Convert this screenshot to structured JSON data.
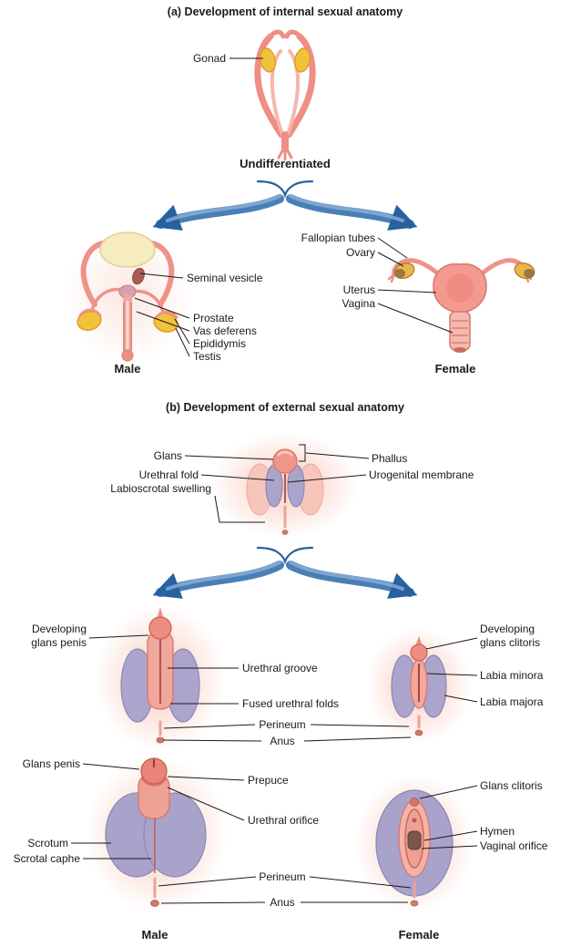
{
  "palette": {
    "arrow_blue": "#27619f",
    "skin_pink": "#ee8e84",
    "skin_light": "#f7c5ba",
    "gonad_yellow": "#f1c23c",
    "fold_purple": "#aaa4cb",
    "bladder_cream": "#f6ecc0",
    "leader_black": "#1a1a1a"
  },
  "figure": {
    "section_a": {
      "title": "(a) Development of internal sexual anatomy",
      "gonad": "Gonad",
      "undifferentiated": "Undifferentiated",
      "male": {
        "caption": "Male",
        "seminal_vesicle": "Seminal vesicle",
        "prostate": "Prostate",
        "vas_deferens": "Vas deferens",
        "epididymis": "Epididymis",
        "testis": "Testis"
      },
      "female": {
        "caption": "Female",
        "fallopian_tubes": "Fallopian tubes",
        "ovary": "Ovary",
        "uterus": "Uterus",
        "vagina": "Vagina"
      }
    },
    "section_b": {
      "title": "(b) Development of external sexual anatomy",
      "undifferentiated": {
        "glans": "Glans",
        "urethral_fold": "Urethral fold",
        "labioscrotal_swelling": "Labioscrotal swelling",
        "phallus": "Phallus",
        "urogenital_membrane": "Urogenital membrane"
      },
      "developing": {
        "glans_penis_lines": [
          "Developing",
          "glans penis"
        ],
        "glans_clitoris_lines": [
          "Developing",
          "glans clitoris"
        ],
        "urethral_groove": "Urethral groove",
        "fused_urethral_folds": "Fused urethral folds",
        "perineum": "Perineum",
        "anus": "Anus",
        "labia_minora": "Labia minora",
        "labia_majora": "Labia majora"
      },
      "mature": {
        "glans_penis": "Glans penis",
        "prepuce": "Prepuce",
        "urethral_orifice": "Urethral orifice",
        "scrotum": "Scrotum",
        "scrotal_raphe": "Scrotal caphe",
        "glans_clitoris": "Glans clitoris",
        "hymen": "Hymen",
        "vaginal_orifice": "Vaginal orifice",
        "perineum": "Perineum",
        "anus": "Anus",
        "male_caption": "Male",
        "female_caption": "Female"
      }
    }
  }
}
